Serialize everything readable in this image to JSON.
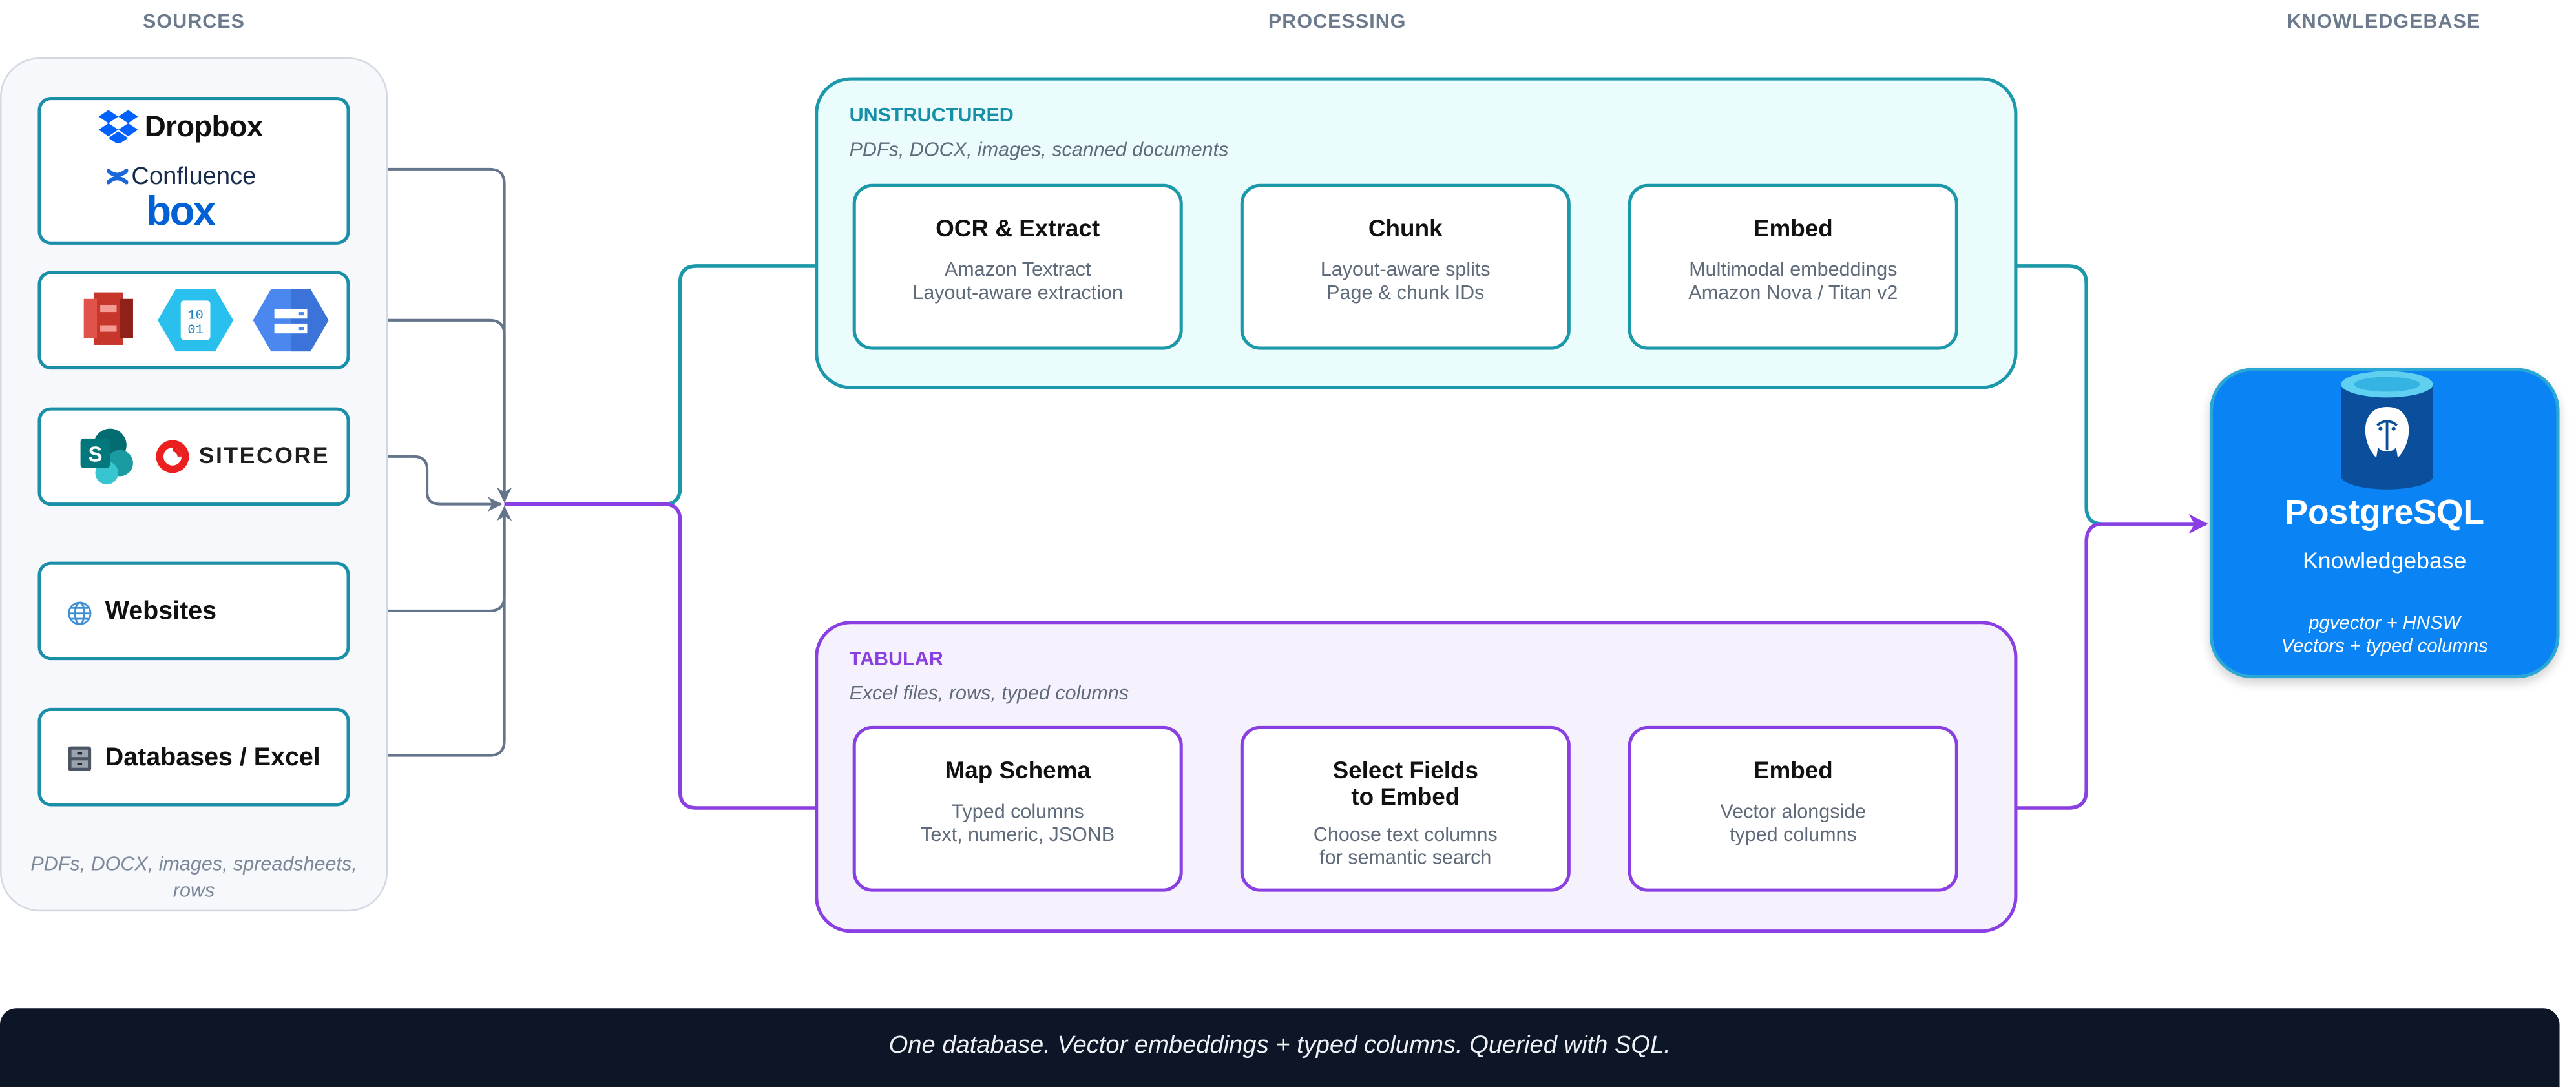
{
  "columns": {
    "sources": "SOURCES",
    "processing": "PROCESSING",
    "knowledgebase": "KNOWLEDGEBASE"
  },
  "sources": {
    "caption": "PDFs, DOCX, images, spreadsheets, rows",
    "dropbox": "Dropbox",
    "confluence": "Confluence",
    "box": "box",
    "sitecore": "SITECORE",
    "websites": "Websites",
    "databases": "Databases / Excel"
  },
  "unstructured": {
    "title": "UNSTRUCTURED",
    "subtitle": "PDFs, DOCX, images, scanned documents",
    "steps": [
      {
        "title": "OCR & Extract",
        "desc1": "Amazon Textract",
        "desc2": "Layout-aware extraction"
      },
      {
        "title": "Chunk",
        "desc1": "Layout-aware splits",
        "desc2": "Page & chunk IDs"
      },
      {
        "title": "Embed",
        "desc1": "Multimodal embeddings",
        "desc2": "Amazon Nova / Titan v2"
      }
    ]
  },
  "tabular": {
    "title": "TABULAR",
    "subtitle": "Excel files, rows, typed columns",
    "steps": [
      {
        "title": "Map Schema",
        "desc1": "Typed columns",
        "desc2": "Text, numeric, JSONB"
      },
      {
        "title1": "Select Fields",
        "title2": "to Embed",
        "desc1": "Choose text columns",
        "desc2": "for semantic search"
      },
      {
        "title": "Embed",
        "desc1": "Vector alongside",
        "desc2": "typed columns"
      }
    ]
  },
  "knowledgebase": {
    "title": "PostgreSQL",
    "subtitle": "Knowledgebase",
    "note1": "pgvector + HNSW",
    "note2": "Vectors + typed columns"
  },
  "banner": "One database. Vector embeddings + typed columns. Queried with SQL.",
  "colors": {
    "teal": "#1b98aa",
    "purple": "#8a3fe3",
    "slate_connector": "#64748b",
    "postgres_blue": "#0a84f4",
    "banner_bg": "#0d1626"
  }
}
